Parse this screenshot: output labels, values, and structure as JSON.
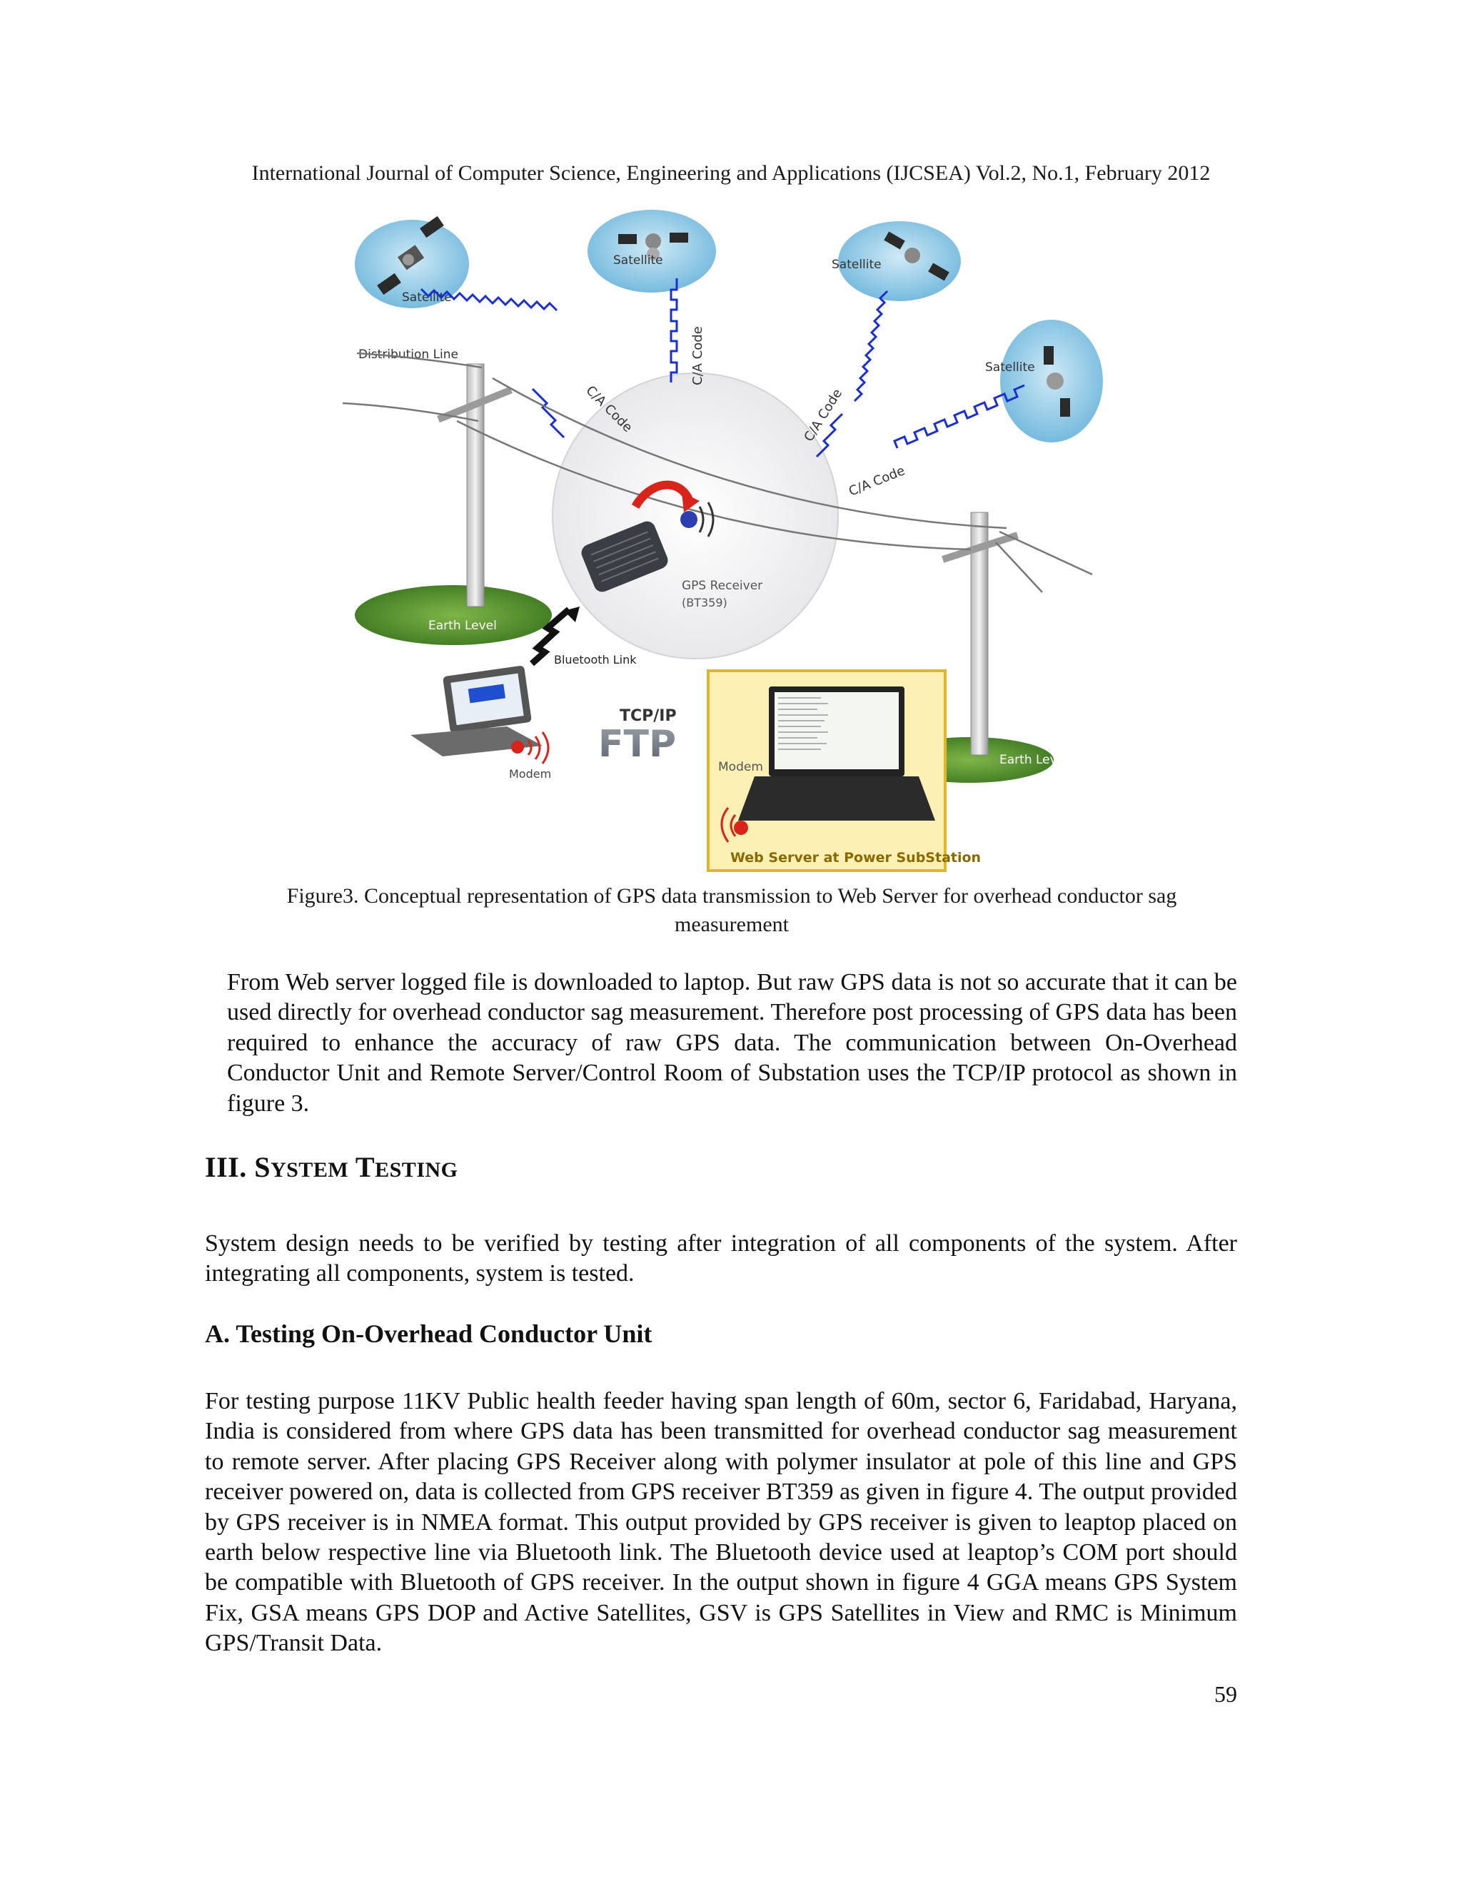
{
  "header": {
    "running_title": "International Journal of Computer Science, Engineering and Applications (IJCSEA) Vol.2, No.1, February 2012"
  },
  "figure": {
    "labels": {
      "satellite": "Satellite",
      "ca_code": "C/A Code",
      "distribution_line": "Distribution Line",
      "gps_receiver": "GPS Receiver",
      "gps_model": "(BT359)",
      "earth_level": "Earth Level",
      "bluetooth_link": "Bluetooth Link",
      "tcp_ip": "TCP/IP",
      "ftp": "FTP",
      "modem": "Modem",
      "web_server": "Web Server at Power SubStation"
    },
    "caption_line1": "Figure3. Conceptual representation of GPS data transmission to Web Server for overhead conductor sag",
    "caption_line2": "measurement"
  },
  "body": {
    "paragraph1": "From Web server logged file is downloaded to laptop. But raw GPS data is not so accurate that it can be used directly for overhead conductor sag measurement. Therefore post processing of GPS data has been required to enhance the accuracy of raw GPS data. The communication between On-Overhead Conductor Unit and Remote Server/Control Room of Substation uses the TCP/IP protocol as shown in figure 3.",
    "section_heading": {
      "number": "III. ",
      "word1_initial": "S",
      "word1_rest": "YSTEM",
      "word2_initial": "T",
      "word2_rest": "ESTING"
    },
    "paragraph2": "System design needs to be verified by testing after integration of all components of the system. After integrating all components, system is tested.",
    "subsection_heading": "A. Testing On-Overhead Conductor Unit",
    "paragraph3": "For testing purpose 11KV Public health feeder having span length of 60m, sector 6, Faridabad, Haryana, India is considered from where GPS data has been transmitted for overhead conductor sag measurement to remote server. After placing GPS Receiver along with polymer insulator at pole of this line and GPS receiver powered on, data is collected from GPS receiver BT359 as given in figure 4. The output provided by GPS receiver is in NMEA format. This output provided by GPS receiver is given to leaptop placed on earth below respective line via Bluetooth link. The Bluetooth device used at leaptop’s COM port should be compatible with Bluetooth of GPS receiver. In the output shown in figure 4 GGA   means GPS System Fix, GSA means GPS DOP and Active Satellites, GSV is GPS Satellites in View and RMC is Minimum GPS/Transit Data."
  },
  "footer": {
    "page_number": "59"
  },
  "colors": {
    "satellite_disc": "#8ec9e6",
    "signal_wave": "#1a2fd0",
    "grass": "#4f8a2b",
    "server_box": "#fdf0b4",
    "server_border": "#e0b72a",
    "receiver_arrow": "#d9231b"
  }
}
